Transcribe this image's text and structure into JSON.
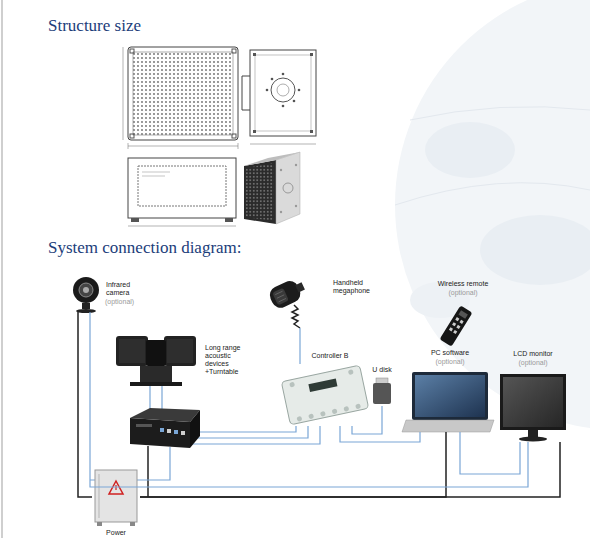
{
  "diagram": {
    "title": "Structure size",
    "nodes": [
      {
        "text": [
          "Infrared camera",
          "(optional)"
        ]
      },
      {
        "text": [
          "Handheld megaphone"
        ]
      },
      {
        "text": [
          "Wireless remote",
          "(optional)"
        ]
      },
      {
        "text": [
          "Long range acoustic devices +Turntable"
        ]
      },
      {
        "text": [
          "Controller B"
        ]
      },
      {
        "text": [
          "U disk"
        ]
      },
      {
        "text": [
          "PC software",
          "(optional)"
        ]
      },
      {
        "text": [
          "LCD monitor",
          "(optional)"
        ]
      },
      {
        "text": [
          "Power"
        ]
      }
    ],
    "edges": [
      {
        "from": 0,
        "to": 8,
        "arrow": "none"
      },
      {
        "from": 1,
        "to": 4,
        "arrow": "none"
      },
      {
        "from": 4,
        "to": 5,
        "arrow": "none"
      },
      {
        "from": 4,
        "to": 6,
        "arrow": "none"
      },
      {
        "from": 6,
        "to": 7,
        "arrow": "none"
      },
      {
        "from": 8,
        "to": 6,
        "arrow": "none"
      },
      {
        "from": 8,
        "to": 7,
        "arrow": "none"
      },
      {
        "from": 0,
        "to": 7,
        "arrow": "none"
      }
    ],
    "labels": [
      "System connection diagram:"
    ]
  }
}
